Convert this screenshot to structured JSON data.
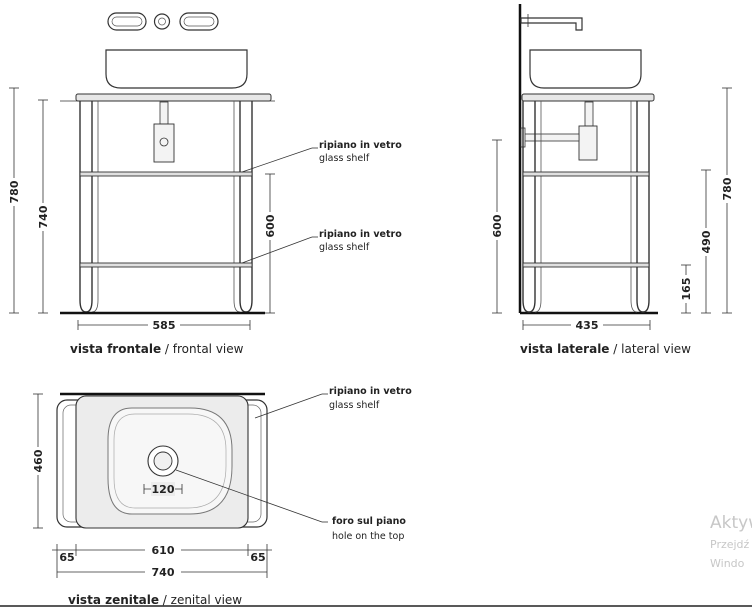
{
  "views": {
    "frontal": {
      "caption_it": "vista frontale",
      "caption_sep": " / ",
      "caption_en": "frontal view",
      "dim_height_total": "780",
      "dim_height_frame": "740",
      "dim_height_upper_shelf": "600",
      "dim_width": "585",
      "callout_upper": {
        "it": "ripiano in vetro",
        "en": "glass shelf"
      },
      "callout_lower": {
        "it": "ripiano in vetro",
        "en": "glass shelf"
      }
    },
    "lateral": {
      "caption_it": "vista laterale",
      "caption_sep": " / ",
      "caption_en": "lateral view",
      "dim_height_shelf": "600",
      "dim_depth": "435",
      "dim_bottom_shelf": "165",
      "dim_tap_height": "490",
      "dim_height_total": "780"
    },
    "zenital": {
      "caption_it": "vista zenitale",
      "caption_sep": " / ",
      "caption_en": "zenital view",
      "dim_depth": "460",
      "dim_hole": "120",
      "dim_overhang_left": "65",
      "dim_basin_width": "610",
      "dim_overhang_right": "65",
      "dim_total_width": "740",
      "callout_shelf": {
        "it": "ripiano in vetro",
        "en": "glass shelf"
      },
      "callout_hole": {
        "it": "foro sul piano",
        "en": "hole on the top"
      }
    }
  },
  "watermark": {
    "line1": "Aktyw",
    "line2": "Przejdź",
    "line3": "Windo"
  }
}
